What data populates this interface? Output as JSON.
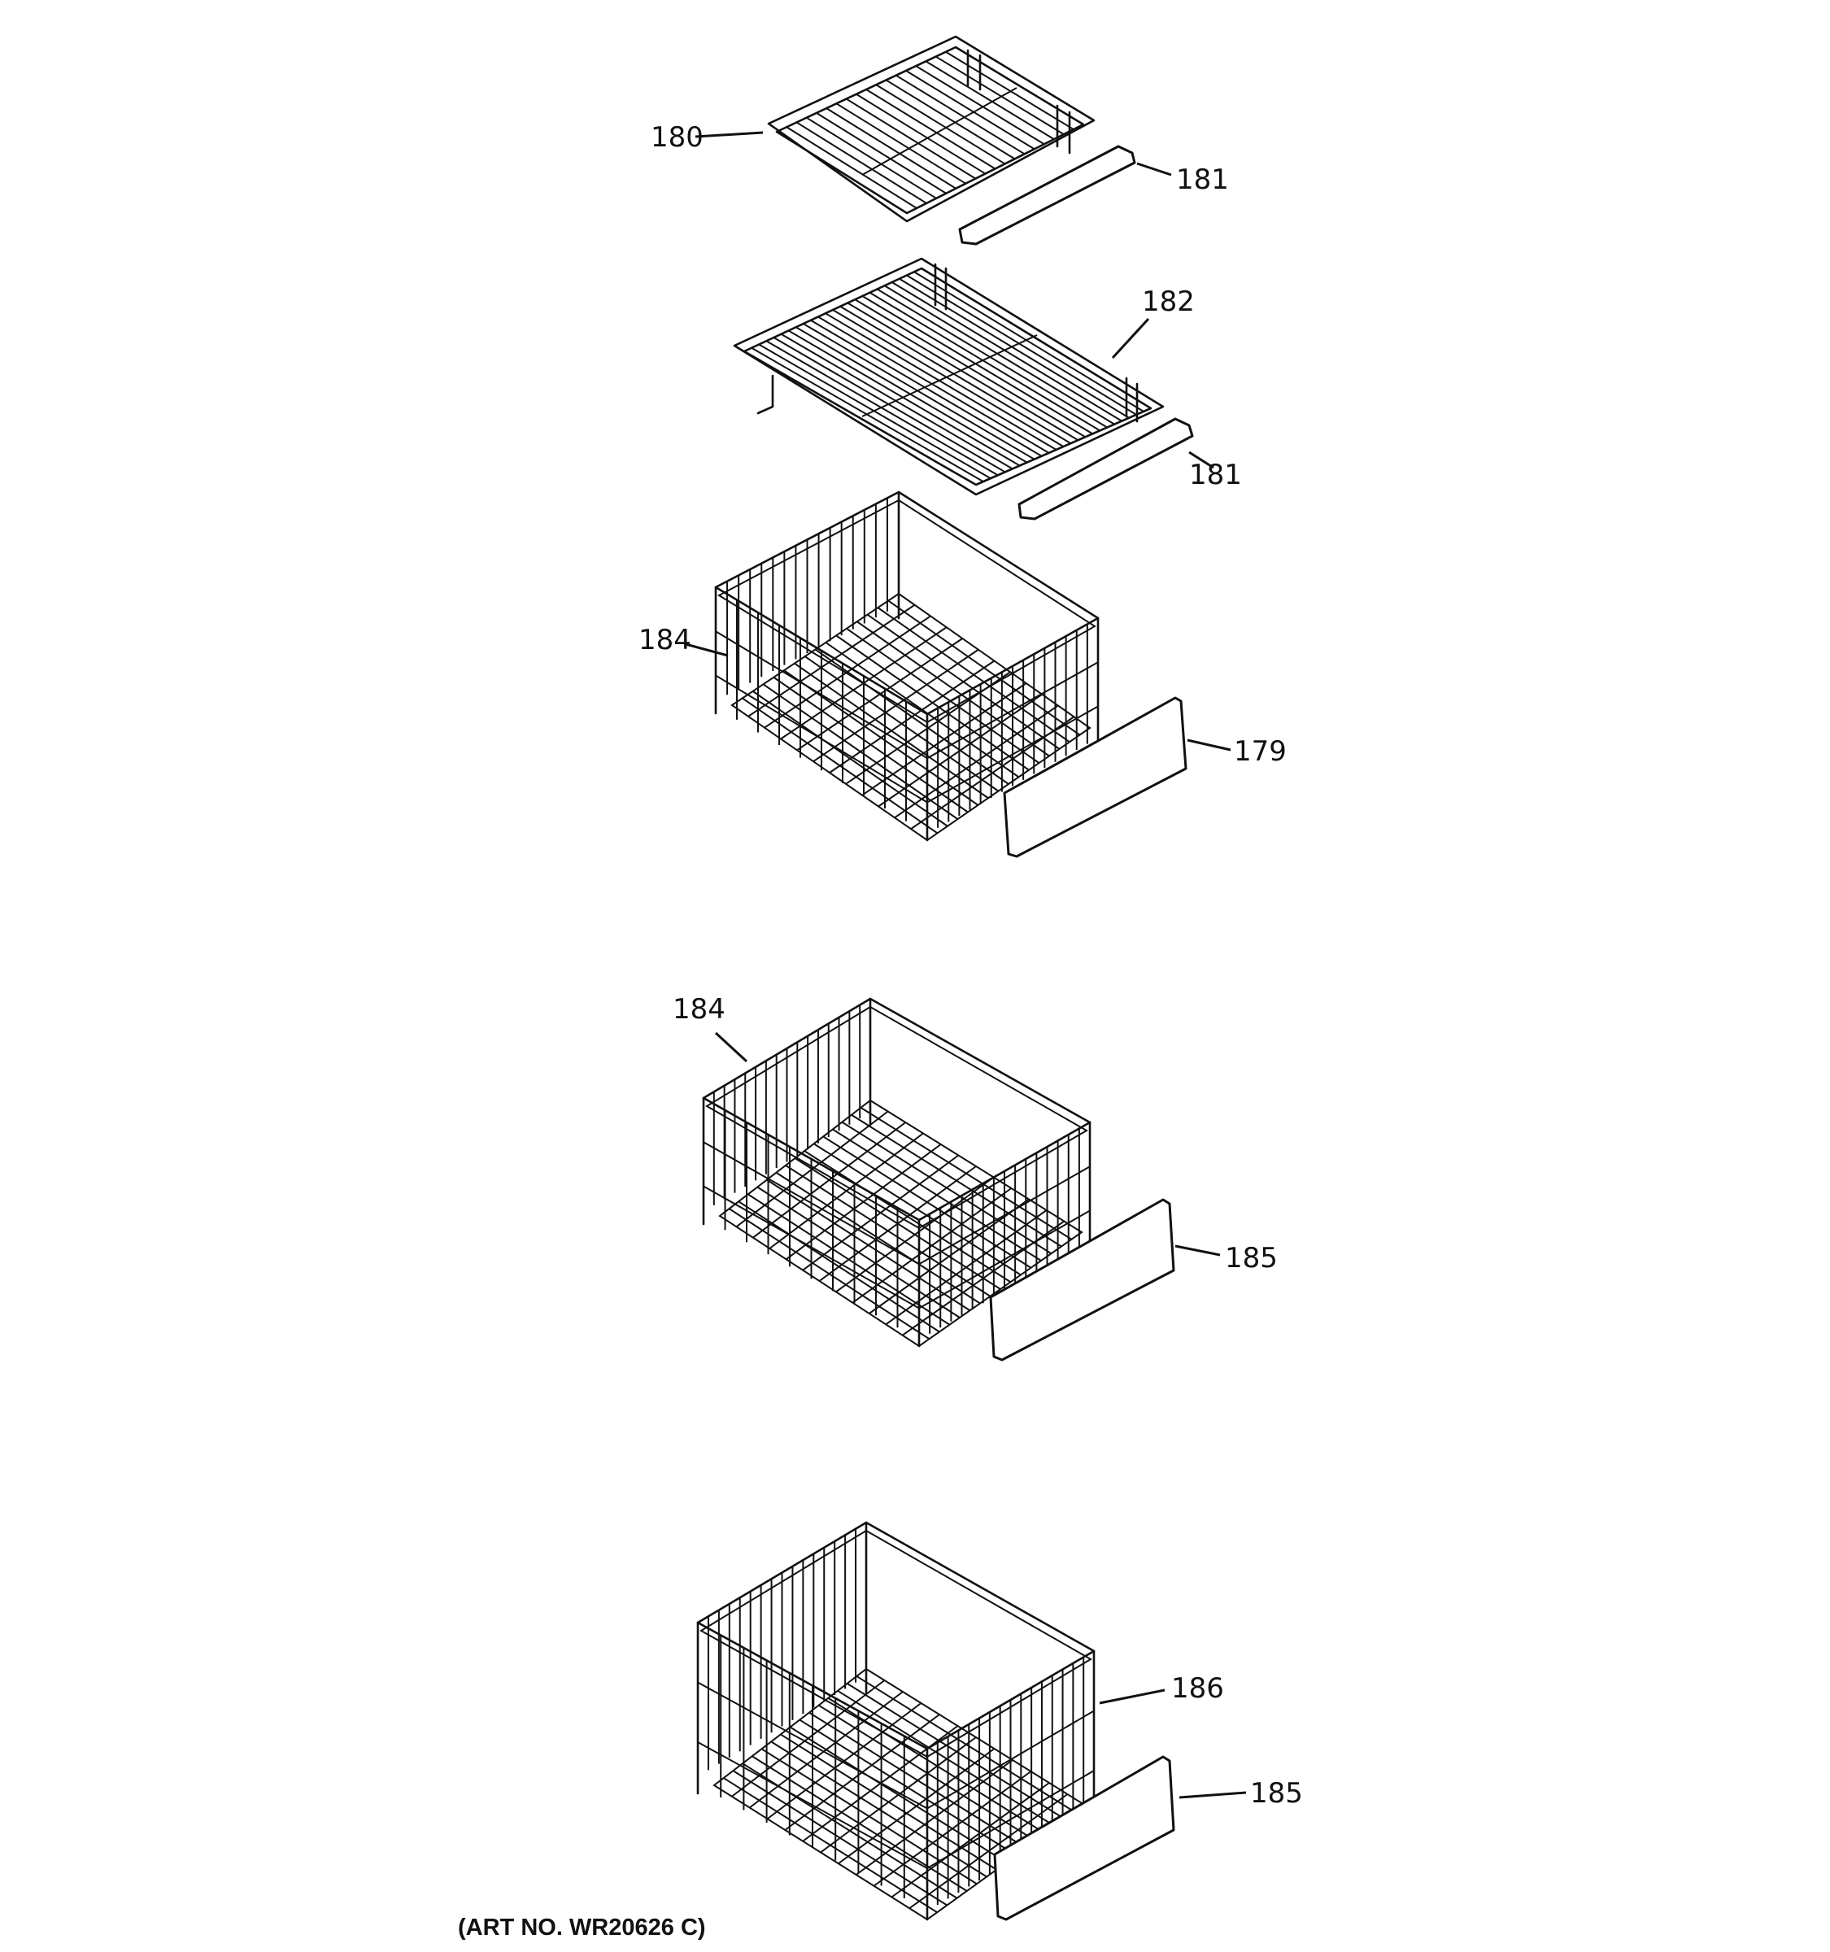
{
  "callouts": {
    "c180": "180",
    "c181a": "181",
    "c182": "182",
    "c181b": "181",
    "c184a": "184",
    "c179": "179",
    "c184b": "184",
    "c185a": "185",
    "c186": "186",
    "c185b": "185"
  },
  "art_number": "(ART NO. WR20626 C)",
  "colors": {
    "line": "#111111",
    "background": "#ffffff"
  }
}
